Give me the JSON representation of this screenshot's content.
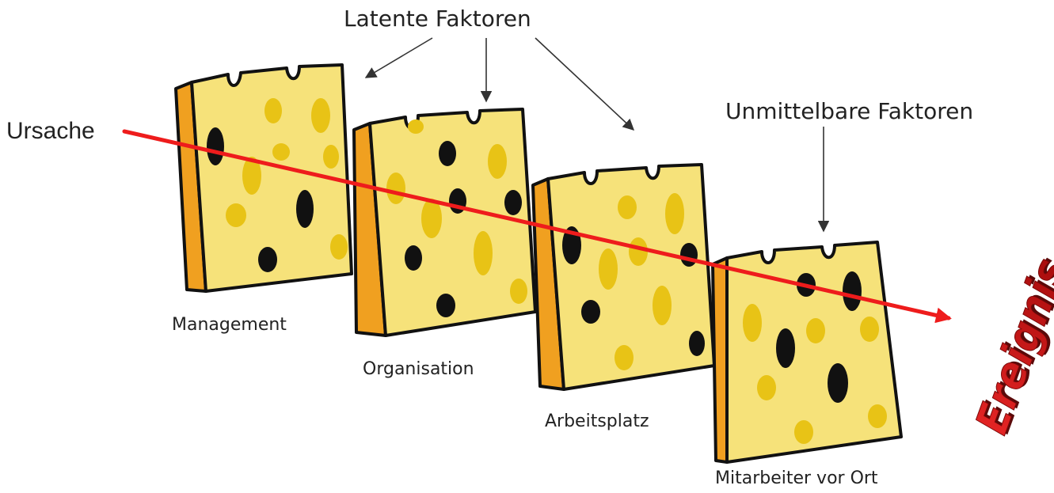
{
  "labels": {
    "latent": "Latente Faktoren",
    "unmittelbar": "Unmittelbare Faktoren",
    "ursache": "Ursache",
    "ereignis": "Ereignis"
  },
  "slices": [
    {
      "label": "Management"
    },
    {
      "label": "Organisation"
    },
    {
      "label": "Arbeitsplatz"
    },
    {
      "label": "Mitarbeiter vor Ort"
    }
  ],
  "colors": {
    "cheese_face": "#f6e27a",
    "cheese_side": "#f0a020",
    "cheese_outline": "#111111",
    "hole_dark": "#111111",
    "hole_light": "#e8c316",
    "path_arrow": "#ee1c1c",
    "ereignis_text": "#cc1111",
    "pointer_arrow": "#333333"
  }
}
